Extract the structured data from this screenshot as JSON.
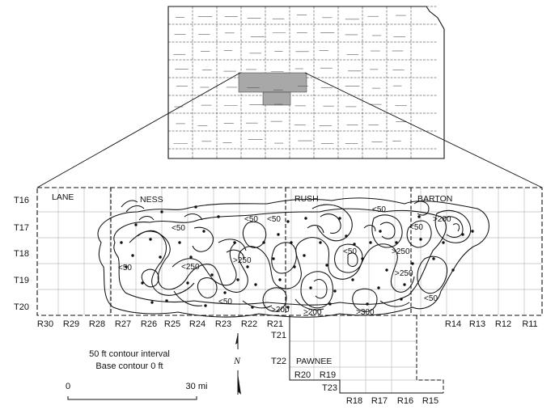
{
  "map": {
    "county_labels": [
      "LANE",
      "NESS",
      "RUSH",
      "BARTON",
      "PAWNEE"
    ],
    "township_labels": [
      "T16",
      "T17",
      "T18",
      "T19",
      "T20"
    ],
    "township_labels_lower": [
      "T21",
      "T22",
      "T23"
    ],
    "range_labels": [
      "R30",
      "R29",
      "R28",
      "R27",
      "R26",
      "R25",
      "R24",
      "R23",
      "R22",
      "R21"
    ],
    "range_labels_right": [
      "R14",
      "R13",
      "R12",
      "R11"
    ],
    "range_labels_pawnee_top": [
      "R20",
      "R19"
    ],
    "range_labels_pawnee_bottom": [
      "R18",
      "R17",
      "R16",
      "R15"
    ],
    "contour_labels": [
      "<50",
      "<50",
      "<50",
      "<50",
      "<50",
      "<50",
      "<50",
      ">250",
      "<250",
      ">250",
      ">250",
      ">200",
      ">200",
      ">300",
      ">200",
      "<50",
      "<50"
    ]
  },
  "legend": {
    "contour_interval": "50 ft contour interval",
    "base_contour": "Base contour 0 ft",
    "scale_start": "0",
    "scale_end": "30 mi",
    "north": "N"
  },
  "colors": {
    "line": "#111111",
    "shade": "#a8a8a8"
  }
}
